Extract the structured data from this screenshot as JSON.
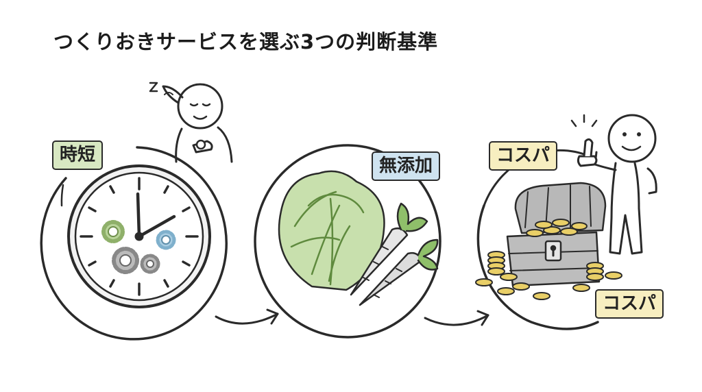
{
  "title": "つくりおきサービスを選ぶ3つの判断基準",
  "criteria": [
    {
      "label": "時短",
      "color": "#d8e8c2"
    },
    {
      "label": "無添加",
      "color": "#cfe3f0"
    },
    {
      "label": "コスパ",
      "color": "#f7eec0"
    }
  ],
  "extra_label": "コスパ",
  "sleep_mark": "z",
  "icons": [
    "clock-icon",
    "gear-icon",
    "lettuce-icon",
    "carrot-icon",
    "treasure-chest-icon",
    "coin-icon",
    "thumbs-up-icon",
    "sleeping-person-icon",
    "arrow-icon"
  ]
}
